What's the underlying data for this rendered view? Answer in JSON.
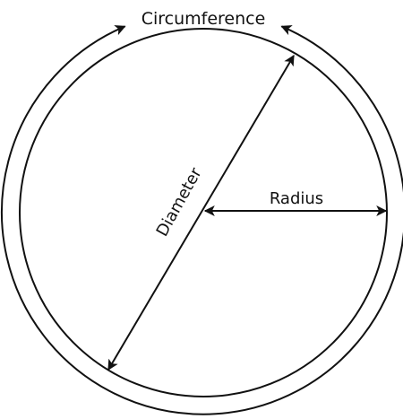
{
  "labels": {
    "circumference": "Circumference",
    "diameter": "Diameter",
    "radius": "Radius"
  },
  "colors": {
    "stroke": "#111111",
    "background": "#ffffff"
  }
}
